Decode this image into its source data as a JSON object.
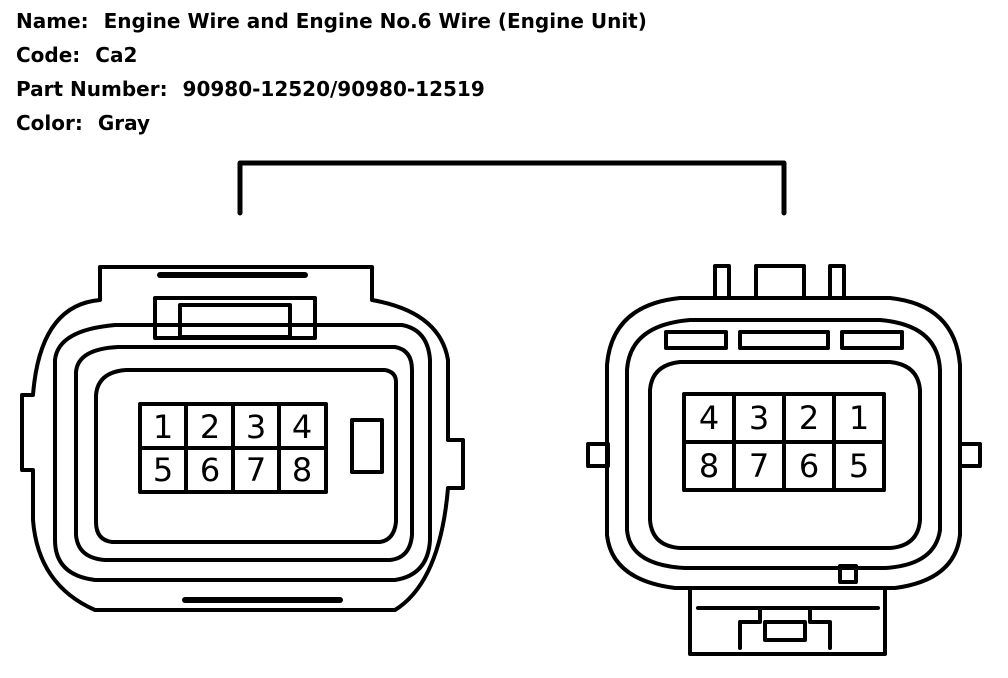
{
  "info": {
    "name_label": "Name:",
    "name_value": "Engine Wire and Engine No.6 Wire (Engine Unit)",
    "code_label": "Code:",
    "code_value": "Ca2",
    "part_label": "Part Number:",
    "part_value": "90980-12520/90980-12519",
    "color_label": "Color:",
    "color_value": "Gray"
  },
  "left_connector": {
    "pins_top": [
      "1",
      "2",
      "3",
      "4"
    ],
    "pins_bottom": [
      "5",
      "6",
      "7",
      "8"
    ]
  },
  "right_connector": {
    "pins_top": [
      "4",
      "3",
      "2",
      "1"
    ],
    "pins_bottom": [
      "8",
      "7",
      "6",
      "5"
    ]
  }
}
